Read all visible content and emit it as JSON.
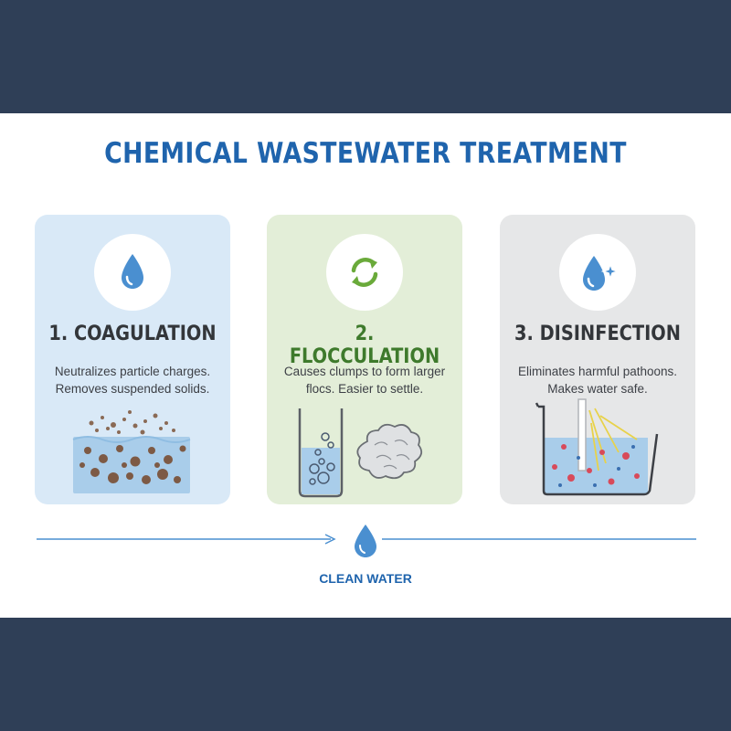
{
  "title": "CHEMICAL WASTEWATER TREATMENT",
  "steps": [
    {
      "title": "1. COAGULATION",
      "desc_line1": "Neutralizes particle charges.",
      "desc_line2": "Removes suspended solids.",
      "icon": "water-drop-icon",
      "accent": "#4a8fd0"
    },
    {
      "title": "2. FLOCCULATION",
      "desc_line1": "Causes clumps to form larger",
      "desc_line2": "flocs. Easier to settle.",
      "icon": "recycle-arrows-icon",
      "accent": "#6aaa3a"
    },
    {
      "title": "3. DISINFECTION",
      "desc_line1": "Eliminates harmful pathoons.",
      "desc_line2": "Makes water safe.",
      "icon": "sparkle-drop-icon",
      "accent": "#4a8fd0"
    }
  ],
  "output_label": "CLEAN WATER",
  "colors": {
    "background": "#2f3f57",
    "title": "#1f64ad",
    "card1": "#d9e9f7",
    "card2": "#e3eed8",
    "card3": "#e6e7e8"
  }
}
